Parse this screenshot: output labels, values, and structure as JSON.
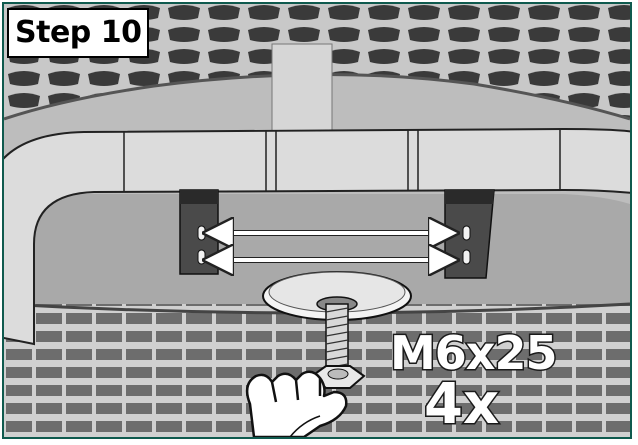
{
  "step": {
    "label": "Step 10"
  },
  "fastener": {
    "spec": "M6x25",
    "quantity": "4x"
  },
  "colors": {
    "frame": "#0f5a4e",
    "arrow": "#ffffff",
    "outline": "#1a1a1a"
  },
  "icons": [
    "hand-icon",
    "bolt-icon",
    "washer-icon",
    "nut-icon",
    "double-arrow-icon"
  ]
}
